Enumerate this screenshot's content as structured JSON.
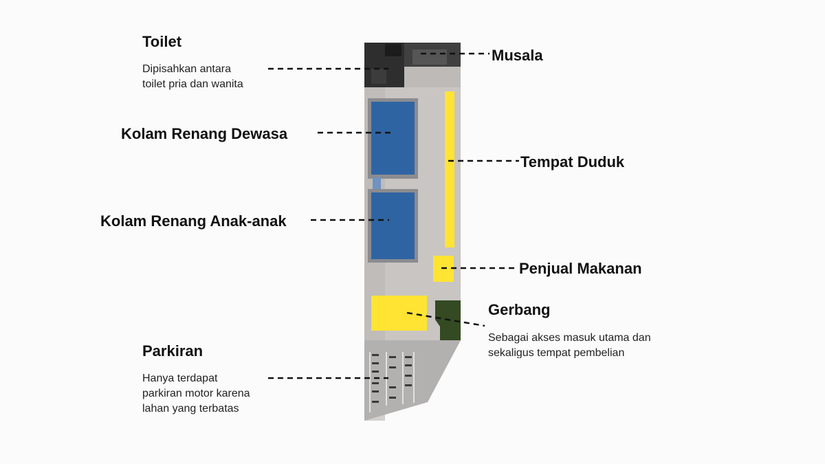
{
  "labels": {
    "toilet": {
      "title": "Toilet",
      "desc": [
        "Dipisahkan antara",
        "toilet pria dan wanita"
      ]
    },
    "musala": {
      "title": "Musala"
    },
    "kolam_dewasa": {
      "title": "Kolam Renang Dewasa"
    },
    "tempat_duduk": {
      "title": "Tempat Duduk"
    },
    "kolam_anak": {
      "title": "Kolam Renang Anak-anak"
    },
    "penjual_makanan": {
      "title": "Penjual Makanan"
    },
    "gerbang": {
      "title": "Gerbang",
      "desc": [
        "Sebagai akses masuk utama dan",
        "sekaligus tempat pembelian"
      ]
    },
    "parkiran": {
      "title": "Parkiran",
      "desc": [
        "Hanya terdapat",
        "parkiran motor karena",
        "lahan yang terbatas"
      ]
    }
  },
  "colors": {
    "background": "#fbfbfb",
    "ground": "#c9c5c3",
    "pool_water": "#2f64a3",
    "highlight_yellow": "#ffe433",
    "gate_green": "#344a22",
    "roof_dark": "#2e2e2e"
  }
}
